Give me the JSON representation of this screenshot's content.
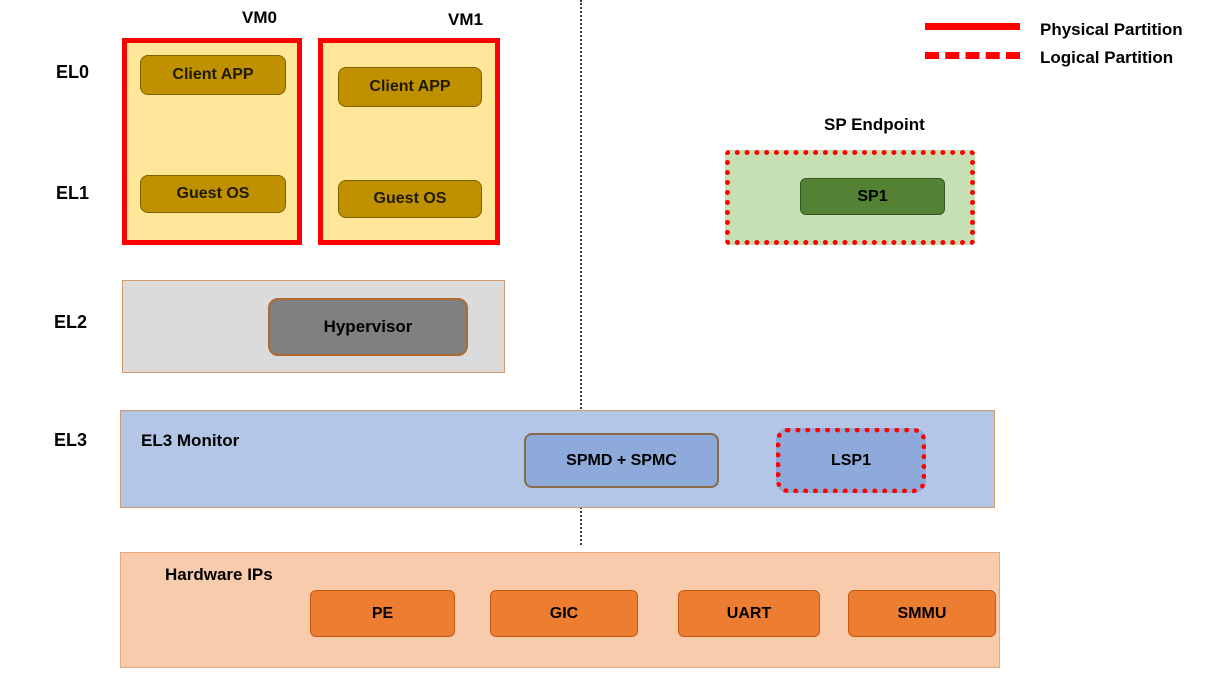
{
  "labels": {
    "el0": "EL0",
    "el1": "EL1",
    "el2": "EL2",
    "el3": "EL3"
  },
  "vms": [
    {
      "title": "VM0",
      "client_app": "Client APP",
      "guest_os": "Guest OS"
    },
    {
      "title": "VM1",
      "client_app": "Client APP",
      "guest_os": "Guest OS"
    }
  ],
  "legend": {
    "physical_label": "Physical Partition",
    "logical_label": "Logical Partition"
  },
  "sp_endpoint": {
    "title": "SP Endpoint",
    "sp1_label": "SP1"
  },
  "el2": {
    "hypervisor_label": "Hypervisor"
  },
  "el3": {
    "monitor_label": "EL3 Monitor",
    "spmd_label": "SPMD + SPMC",
    "lsp1_label": "LSP1"
  },
  "hardware": {
    "title": "Hardware IPs",
    "ips": [
      "PE",
      "GIC",
      "UART",
      "SMMU"
    ]
  },
  "colors": {
    "partition_red": "#FF0000",
    "vm_fill": "#FFE699",
    "vm_inner_fill": "#BF9000",
    "sp_endpoint_fill": "#C6E0B4",
    "sp1_fill": "#548235",
    "el2_fill": "#DBDBDB",
    "hypervisor_fill": "#808080",
    "el3_fill": "#B4C6E7",
    "inner_blue_fill": "#8EAADB",
    "hardware_fill": "#F8CBAD",
    "hardware_ip_fill": "#ED7D31"
  }
}
